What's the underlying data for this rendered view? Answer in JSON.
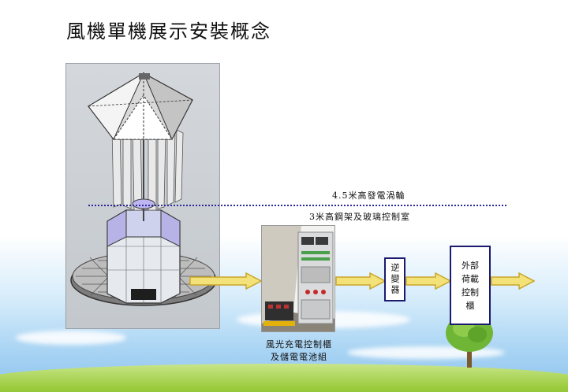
{
  "title": "風機單機展示安裝概念",
  "labels": {
    "turbine_height": "4.5米高發電渦輪",
    "steel_frame": "3米高鋼架及玻璃控制室"
  },
  "boxes": {
    "inverter": "逆變器",
    "external_load": [
      "外部",
      "荷載",
      "控制",
      "櫃"
    ]
  },
  "caption": {
    "line1": "風光充電控制櫃",
    "line2": "及儲電電池組"
  },
  "colors": {
    "dotted_line": "#2a2a9a",
    "box_border": "#1a1a6e",
    "arrow_fill": "#f3e27a",
    "arrow_stroke": "#c9a629"
  }
}
